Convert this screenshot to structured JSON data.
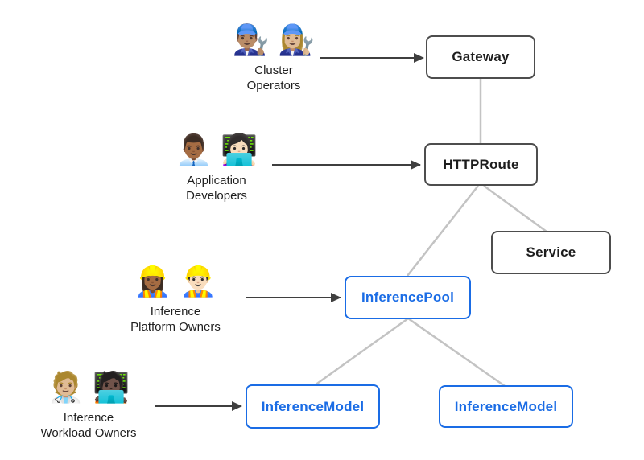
{
  "diagram": {
    "nodes": {
      "gateway": {
        "label": "Gateway",
        "style": "standard"
      },
      "httproute": {
        "label": "HTTPRoute",
        "style": "standard"
      },
      "service": {
        "label": "Service",
        "style": "standard"
      },
      "inferencepool": {
        "label": "InferencePool",
        "style": "extension"
      },
      "inferencemodel_left": {
        "label": "InferenceModel",
        "style": "extension"
      },
      "inferencemodel_right": {
        "label": "InferenceModel",
        "style": "extension"
      }
    },
    "actors": {
      "cluster_operators": {
        "emoji": "👨🏽‍🔧 👩🏼‍🔧",
        "label": "Cluster\nOperators"
      },
      "application_developers": {
        "emoji": "👨🏾‍💼 👩🏻‍💻",
        "label": "Application\nDevelopers"
      },
      "inference_platform_owners": {
        "emoji": "👷🏾‍♀️ 👷🏻‍♂️",
        "label": "Inference\nPlatform Owners"
      },
      "inference_workload_owners": {
        "emoji": "🧑🏼‍⚕️ 🧑🏿‍💻",
        "label": "Inference\nWorkload Owners"
      }
    },
    "edges": [
      {
        "from": "cluster_operators",
        "to": "gateway",
        "kind": "actor-arrow"
      },
      {
        "from": "application_developers",
        "to": "httproute",
        "kind": "actor-arrow"
      },
      {
        "from": "inference_platform_owners",
        "to": "inferencepool",
        "kind": "actor-arrow"
      },
      {
        "from": "inference_workload_owners",
        "to": "inferencemodel_left",
        "kind": "actor-arrow"
      },
      {
        "from": "gateway",
        "to": "httproute",
        "kind": "relation"
      },
      {
        "from": "httproute",
        "to": "service",
        "kind": "relation"
      },
      {
        "from": "httproute",
        "to": "inferencepool",
        "kind": "relation"
      },
      {
        "from": "inferencepool",
        "to": "inferencemodel_left",
        "kind": "relation"
      },
      {
        "from": "inferencepool",
        "to": "inferencemodel_right",
        "kind": "relation"
      }
    ],
    "colors": {
      "standard_node_border": "#4d4d4d",
      "standard_node_text": "#1d1d1d",
      "extension_accent_blue": "#1a6ce5",
      "relation_line_gray": "#c3c3c3",
      "actor_arrow_dark": "#3f3f3f",
      "background": "#ffffff"
    }
  }
}
